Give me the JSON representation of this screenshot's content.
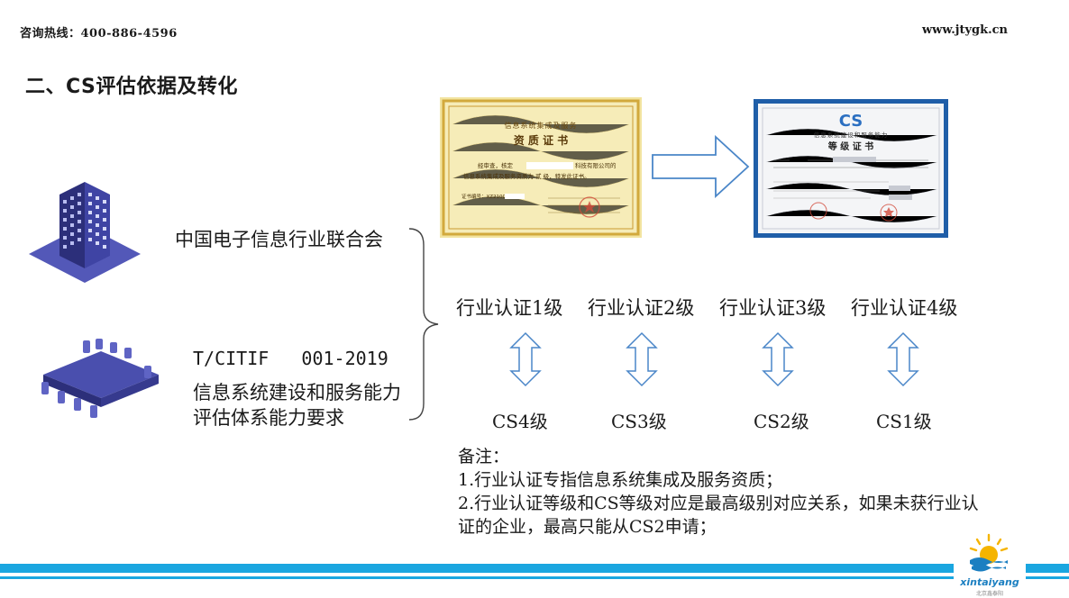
{
  "header": {
    "hotline": "咨询热线：400-886-4596",
    "website": "www.jtygk.cn"
  },
  "title": "二、CS评估依据及转化",
  "left": {
    "org": "中国电子信息行业联合会",
    "standard_code": "T/CITIF   001-2019",
    "standard_title": "信息系统建设和服务能力评估体系能力要求"
  },
  "cert_left": {
    "heading": "信息系统集成及服务",
    "title": "资 质 证 书",
    "body_line1": "经审查，核定",
    "body_line1_end": "科技有限公司的",
    "body_line2": "信息系统集成及服务资质为 贰 级，特发此证书。",
    "cert_no": "证书编号：XZ2100"
  },
  "cert_right": {
    "logo": "CS",
    "heading": "信息系统建设和服务能力",
    "title": "等 级 证 书"
  },
  "levels": [
    "行业认证1级",
    "行业认证2级",
    "行业认证3级",
    "行业认证4级"
  ],
  "cs_levels": [
    "CS4级",
    "CS3级",
    "CS2级",
    "CS1级"
  ],
  "notes": {
    "label": "备注：",
    "line1": "1.行业认证专指信息系统集成及服务资质；",
    "line2": "2.行业认证等级和CS等级对应是最高级别对应关系，如果未获行业认证的企业，最高只能从CS2申请；"
  },
  "logo": {
    "name": "xintaiyang",
    "sub": "北京鑫泰阳"
  },
  "colors": {
    "accent_blue": "#1aa6e0",
    "building": "#3b3f9a",
    "cert_gold": "#e8c85a"
  }
}
